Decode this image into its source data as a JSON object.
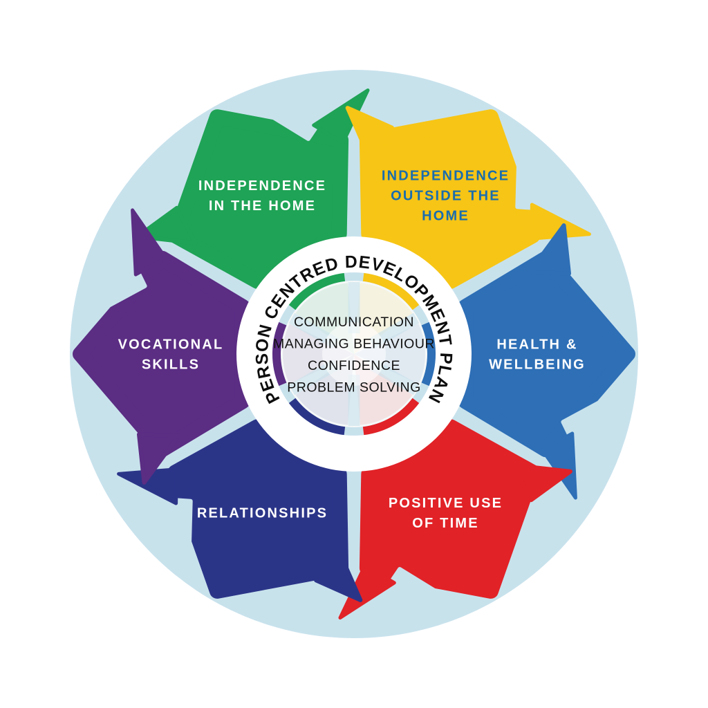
{
  "diagram": {
    "title_ring": "PERSON CENTRED DEVELOPMENT PLAN",
    "title_color": "#0d0d0d",
    "wheel_background": "#c8e2ec",
    "page_background": "#ffffff",
    "ring_fill": "#ffffff",
    "center_background": "#f5f8f8",
    "center_text_color": "#111111",
    "center_items": [
      "COMMUNICATION",
      "MANAGING BEHAVIOUR",
      "CONFIDENCE",
      "PROBLEM SOLVING"
    ],
    "segments": [
      {
        "id": "independence-in-the-home",
        "label_lines": [
          "INDEPENDENCE",
          "IN THE HOME"
        ],
        "color": "#1fa356",
        "text_color": "#ffffff",
        "angle": 120
      },
      {
        "id": "independence-outside-the-home",
        "label_lines": [
          "INDEPENDENCE",
          "OUTSIDE THE",
          "HOME"
        ],
        "color": "#f7c515",
        "text_color": "#1a6dae",
        "angle": 60
      },
      {
        "id": "health-and-wellbeing",
        "label_lines": [
          "HEALTH &",
          "WELLBEING"
        ],
        "color": "#2e6fb6",
        "text_color": "#ffffff",
        "angle": 0
      },
      {
        "id": "positive-use-of-time",
        "label_lines": [
          "POSITIVE USE",
          "OF TIME"
        ],
        "color": "#e12227",
        "text_color": "#ffffff",
        "angle": -60
      },
      {
        "id": "relationships",
        "label_lines": [
          "RELATIONSHIPS"
        ],
        "color": "#2b3588",
        "text_color": "#ffffff",
        "angle": -120
      },
      {
        "id": "vocational-skills",
        "label_lines": [
          "VOCATIONAL",
          "SKILLS"
        ],
        "color": "#5b2d83",
        "text_color": "#ffffff",
        "angle": 180
      }
    ]
  }
}
